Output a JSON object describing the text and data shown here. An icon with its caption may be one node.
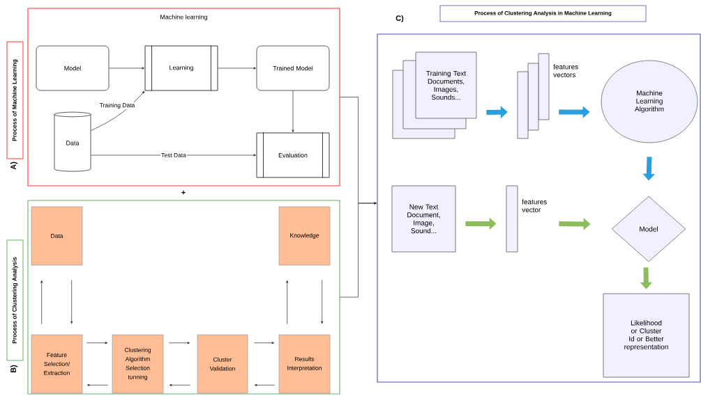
{
  "diagram": {
    "title": "Process of Clustering Analysis in Machine Learning",
    "nodes": [
      {
        "text": [
          "Machine learning"
        ]
      },
      {
        "text": [
          "Process of Machine Learning"
        ],
        "beside": [
          "A)"
        ]
      },
      {
        "text": [
          "Model"
        ],
        "in": 0
      },
      {
        "text": [
          "Learning"
        ],
        "in": 0
      },
      {
        "text": [
          "Trained Model"
        ],
        "in": 0
      },
      {
        "text": [
          "Data"
        ],
        "in": 0
      },
      {
        "text": [
          "Evaluation"
        ],
        "in": 0
      },
      {
        "text": [],
        "shape": "box"
      },
      {
        "text": [
          "Process of Clustering Analysis"
        ],
        "beside": [
          "B)"
        ]
      },
      {
        "text": [
          "Data"
        ],
        "in": 7
      },
      {
        "text": [
          "Knowledge"
        ],
        "in": 7
      },
      {
        "text": [
          "Feature Selection/ Extraction"
        ],
        "in": 7
      },
      {
        "text": [
          "Clustering Algorithm Selection tunning"
        ],
        "in": 7
      },
      {
        "text": [
          "Cluster Validation"
        ],
        "in": 7
      },
      {
        "text": [
          "Results Interpretation"
        ],
        "in": 7
      },
      {
        "text": [],
        "shape": "box"
      },
      {
        "text": [
          "Training Text Documents, Images, Sounds..."
        ],
        "in": 15
      },
      {
        "text": [],
        "shape": "bar",
        "beside": [
          "features vectors"
        ],
        "in": 15
      },
      {
        "text": [
          "Machine Learning Algorithm"
        ],
        "in": 15
      },
      {
        "text": [
          "New Text Document, Image, Sound..."
        ],
        "in": 15
      },
      {
        "text": [],
        "shape": "bar",
        "beside": [
          "features vector"
        ],
        "in": 15
      },
      {
        "text": [
          "Model"
        ],
        "in": 15
      },
      {
        "text": [
          "Likelihood or Cluster Id or Better representation"
        ],
        "in": 15
      }
    ],
    "edges": [
      {
        "from": 2,
        "to": 3,
        "arrow": "to"
      },
      {
        "from": 5,
        "to": 3,
        "arrow": "to",
        "label": "Training Data"
      },
      {
        "from": 3,
        "to": 4,
        "arrow": "to"
      },
      {
        "from": 4,
        "to": 6,
        "arrow": "to"
      },
      {
        "from": 5,
        "to": 6,
        "arrow": "to",
        "label": "Test Data"
      },
      {
        "from": 11,
        "to": 9,
        "arrow": "to"
      },
      {
        "from": 9,
        "to": 11,
        "arrow": "to"
      },
      {
        "from": 11,
        "to": 12,
        "arrow": "to"
      },
      {
        "from": 12,
        "to": 13,
        "arrow": "to"
      },
      {
        "from": 13,
        "to": 14,
        "arrow": "to"
      },
      {
        "from": 14,
        "to": 13,
        "arrow": "to"
      },
      {
        "from": 13,
        "to": 12,
        "arrow": "to"
      },
      {
        "from": 12,
        "to": 11,
        "arrow": "to"
      },
      {
        "from": 14,
        "to": 10,
        "arrow": "to"
      },
      {
        "from": 10,
        "to": 14,
        "arrow": "to"
      },
      {
        "from": 0,
        "to": 15,
        "arrow": "to"
      },
      {
        "from": 7,
        "to": 15,
        "arrow": "to"
      },
      {
        "from": 16,
        "to": 17,
        "arrow": "to",
        "style": "thick",
        "color": "#2a9fe0"
      },
      {
        "from": 17,
        "to": 18,
        "arrow": "to",
        "style": "thick",
        "color": "#2a9fe0"
      },
      {
        "from": 18,
        "to": 21,
        "arrow": "to",
        "style": "thick",
        "color": "#2a9fe0"
      },
      {
        "from": 19,
        "to": 20,
        "arrow": "to",
        "style": "thick",
        "color": "#8dbd5a"
      },
      {
        "from": 20,
        "to": 21,
        "arrow": "to",
        "style": "thick",
        "color": "#8dbd5a"
      },
      {
        "from": 21,
        "to": 22,
        "arrow": "to",
        "style": "thick",
        "color": "#8dbd5a"
      }
    ],
    "labels": [
      "C)",
      "+"
    ]
  }
}
